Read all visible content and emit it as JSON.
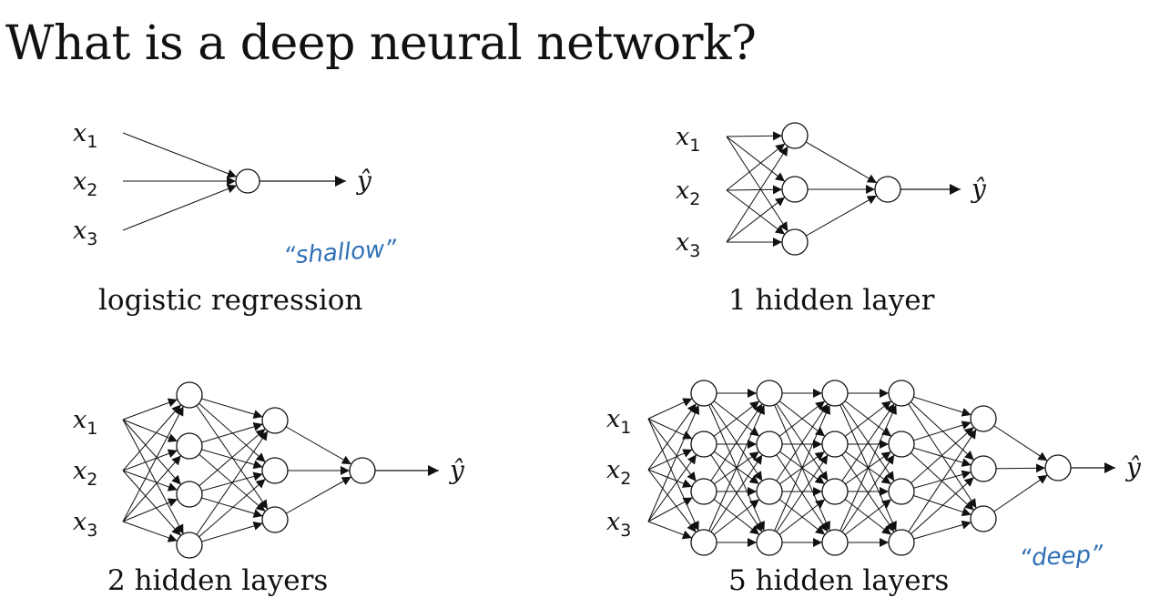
{
  "title": "What is a deep neural network?",
  "input_labels": [
    "x1",
    "x2",
    "x3"
  ],
  "output_label": "ŷ",
  "networks": [
    {
      "id": "logistic",
      "caption": "logistic regression",
      "hidden_layers": [],
      "annotation": "“shallow”"
    },
    {
      "id": "one-hidden",
      "caption": "1 hidden layer",
      "hidden_layers": [
        3
      ]
    },
    {
      "id": "two-hidden",
      "caption": "2 hidden layers",
      "hidden_layers": [
        4,
        3
      ]
    },
    {
      "id": "five-hidden",
      "caption": "5 hidden layers",
      "hidden_layers": [
        4,
        4,
        4,
        4,
        3
      ],
      "annotation": "“deep”"
    }
  ],
  "colors": {
    "ink": "#111111",
    "annotation": "#2f6fb5"
  }
}
